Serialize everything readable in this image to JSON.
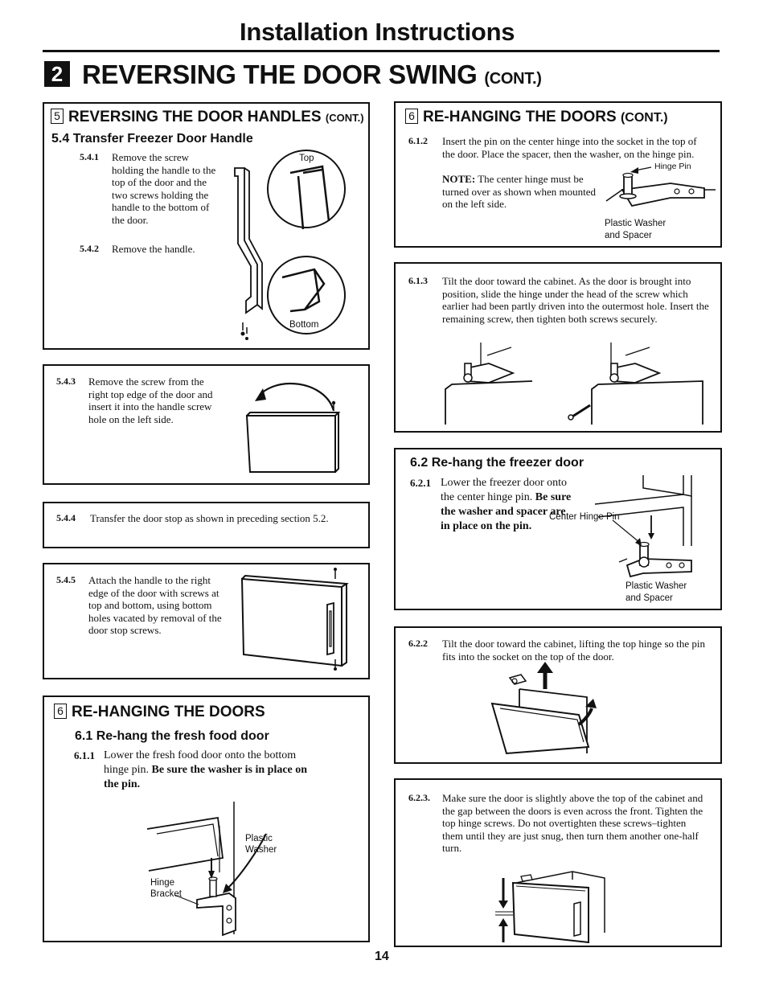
{
  "header": {
    "title": "Installation Instructions",
    "step_number": "2",
    "section_title": "REVERSING THE DOOR SWING",
    "section_cont": "(CONT.)"
  },
  "left": {
    "handles": {
      "num": "5",
      "title": "REVERSING THE DOOR HANDLES",
      "cont": "(CONT.)",
      "sub": "5.4  Transfer Freezer Door Handle",
      "s541_n": "5.4.1",
      "s541_t": "Remove the screw holding the handle to the top of the door and the two screws holding the handle to the bottom of the door.",
      "s542_n": "5.4.2",
      "s542_t": "Remove the handle.",
      "label_top": "Top",
      "label_bottom": "Bottom"
    },
    "s543_n": "5.4.3",
    "s543_t": "Remove the screw from the right top edge of the door and insert it into the handle screw hole on the left side.",
    "s544_n": "5.4.4",
    "s544_t": "Transfer the door stop as shown in preceding section 5.2.",
    "s545_n": "5.4.5",
    "s545_t": "Attach the handle to the right edge of the door with screws at top and bottom, using bottom holes vacated by removal of the door stop screws.",
    "rehang": {
      "num": "6",
      "title": "RE-HANGING THE DOORS",
      "sub": "6.1  Re-hang the fresh food door",
      "s611_n": "6.1.1",
      "s611_t": "Lower the fresh food door onto the bottom hinge pin.",
      "s611_b": "Be sure the washer is in place on the pin.",
      "label_plastic": "Plastic",
      "label_washer": "Washer",
      "label_hinge": "Hinge",
      "label_bracket": "Bracket"
    }
  },
  "right": {
    "rehang": {
      "num": "6",
      "title": "RE-HANGING THE DOORS",
      "cont": "(CONT.)",
      "s612_n": "6.1.2",
      "s612_t": "Insert the pin on the center hinge into the socket in the top of the door. Place the spacer, then the washer, on the hinge pin.",
      "s612_note_b": "NOTE:",
      "s612_note": "The center hinge must be turned over as shown when mounted on the left side.",
      "label_hinge_pin": "Hinge Pin",
      "label_plastic_washer": "Plastic Washer",
      "label_and_spacer": "and Spacer"
    },
    "s613_n": "6.1.3",
    "s613_t": "Tilt the door toward the cabinet. As the door is brought into position, slide the hinge under the head of the screw which earlier had been partly driven into the outermost hole. Insert the remaining screw, then tighten both screws securely.",
    "freezer": {
      "sub": "6.2  Re-hang the freezer door",
      "s621_n": "6.2.1",
      "s621_t": "Lower the freezer door onto the center hinge pin.",
      "s621_b": "Be sure the washer and spacer are in place on the pin.",
      "label_center_hinge_pin": "Center Hinge Pin",
      "label_plastic_washer": "Plastic Washer",
      "label_and_spacer": "and Spacer"
    },
    "s622_n": "6.2.2",
    "s622_t": "Tilt the door toward the cabinet, lifting the top hinge so the pin fits into the socket on the top of the door.",
    "s623_n": "6.2.3.",
    "s623_t": "Make sure the door is slightly above the top of the cabinet and the gap between the doors is even across the front. Tighten the top hinge screws. Do not overtighten these screws–tighten them until they are just snug, then turn them another one-half turn."
  },
  "footer": {
    "page_number": "14"
  }
}
